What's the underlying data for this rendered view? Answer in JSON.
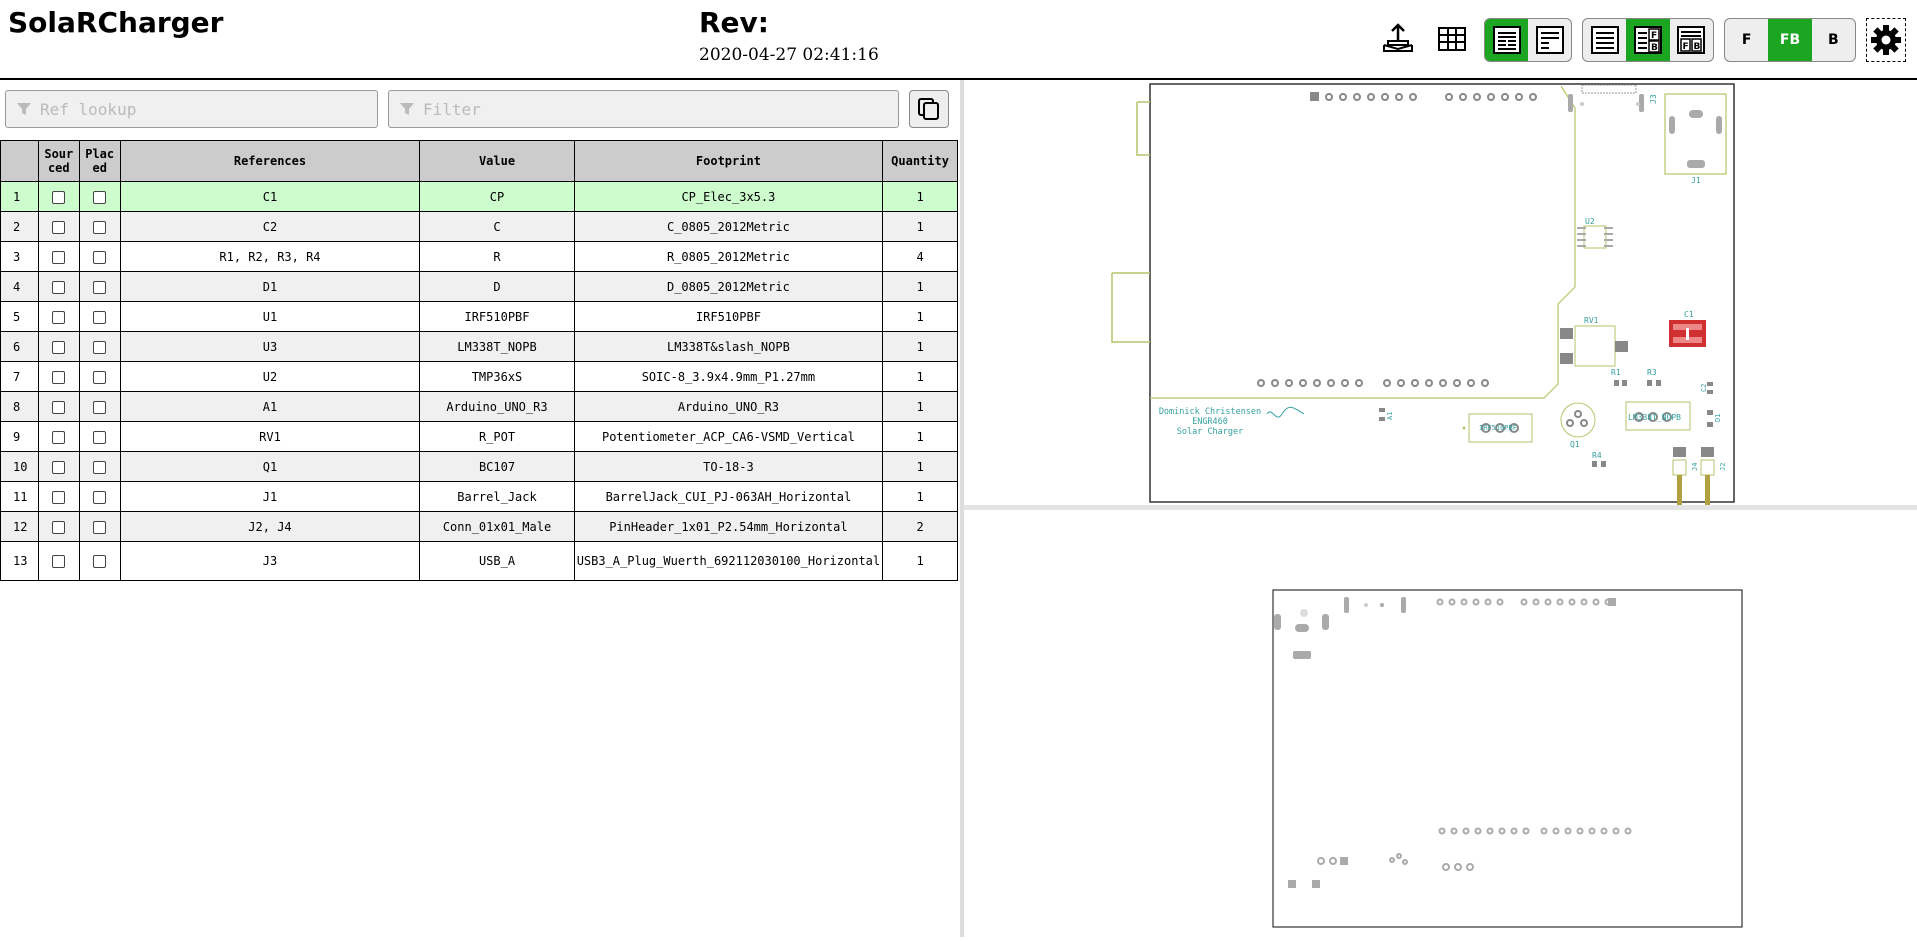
{
  "header": {
    "title": "SolaRCharger",
    "rev_label": "Rev:",
    "date": "2020-04-27 02:41:16",
    "layer_buttons": {
      "front": "F",
      "both": "FB",
      "back": "B"
    }
  },
  "toolbar": {
    "icons": [
      "upload-icon",
      "grid-icon",
      "bom-left-right-icon",
      "bom-top-bottom-icon",
      "bom-only-icon",
      "bom-split-icon",
      "netlist-icon",
      "settings-icon"
    ],
    "accent_color": "#1ca521"
  },
  "filters": {
    "ref_placeholder": "Ref lookup",
    "filter_placeholder": "Filter"
  },
  "bom": {
    "columns": [
      "",
      "Sour ced",
      "Plac ed",
      "References",
      "Value",
      "Footprint",
      "Quantity"
    ],
    "rows": [
      {
        "n": "1",
        "refs": "C1",
        "value": "CP",
        "footprint": "CP_Elec_3x5.3",
        "qty": "1"
      },
      {
        "n": "2",
        "refs": "C2",
        "value": "C",
        "footprint": "C_0805_2012Metric",
        "qty": "1"
      },
      {
        "n": "3",
        "refs": "R1, R2, R3, R4",
        "value": "R",
        "footprint": "R_0805_2012Metric",
        "qty": "4"
      },
      {
        "n": "4",
        "refs": "D1",
        "value": "D",
        "footprint": "D_0805_2012Metric",
        "qty": "1"
      },
      {
        "n": "5",
        "refs": "U1",
        "value": "IRF510PBF",
        "footprint": "IRF510PBF",
        "qty": "1"
      },
      {
        "n": "6",
        "refs": "U3",
        "value": "LM338T_NOPB",
        "footprint": "LM338T&slash_NOPB",
        "qty": "1"
      },
      {
        "n": "7",
        "refs": "U2",
        "value": "TMP36xS",
        "footprint": "SOIC-8_3.9x4.9mm_P1.27mm",
        "qty": "1"
      },
      {
        "n": "8",
        "refs": "A1",
        "value": "Arduino_UNO_R3",
        "footprint": "Arduino_UNO_R3",
        "qty": "1"
      },
      {
        "n": "9",
        "refs": "RV1",
        "value": "R_POT",
        "footprint": "Potentiometer_ACP_CA6-VSMD_Vertical",
        "qty": "1"
      },
      {
        "n": "10",
        "refs": "Q1",
        "value": "BC107",
        "footprint": "TO-18-3",
        "qty": "1"
      },
      {
        "n": "11",
        "refs": "J1",
        "value": "Barrel_Jack",
        "footprint": "BarrelJack_CUI_PJ-063AH_Horizontal",
        "qty": "1"
      },
      {
        "n": "12",
        "refs": "J2, J4",
        "value": "Conn_01x01_Male",
        "footprint": "PinHeader_1x01_P2.54mm_Horizontal",
        "qty": "2"
      },
      {
        "n": "13",
        "refs": "J3",
        "value": "USB_A",
        "footprint": "USB3_A_Plug_Wuerth_692112030100_Horizontal",
        "qty": "1"
      }
    ]
  },
  "pcb": {
    "silk_text": [
      "Dominick Christensen",
      "ENGR460",
      "Solar Charger"
    ],
    "labels": [
      "J3",
      "J1",
      "U2",
      "RV1",
      "C1",
      "R1",
      "R3",
      "C2",
      "D1",
      "Q1",
      "R4",
      "J4",
      "J2",
      "A1",
      "IRF510PBF",
      "LM338T_NOPB"
    ]
  }
}
